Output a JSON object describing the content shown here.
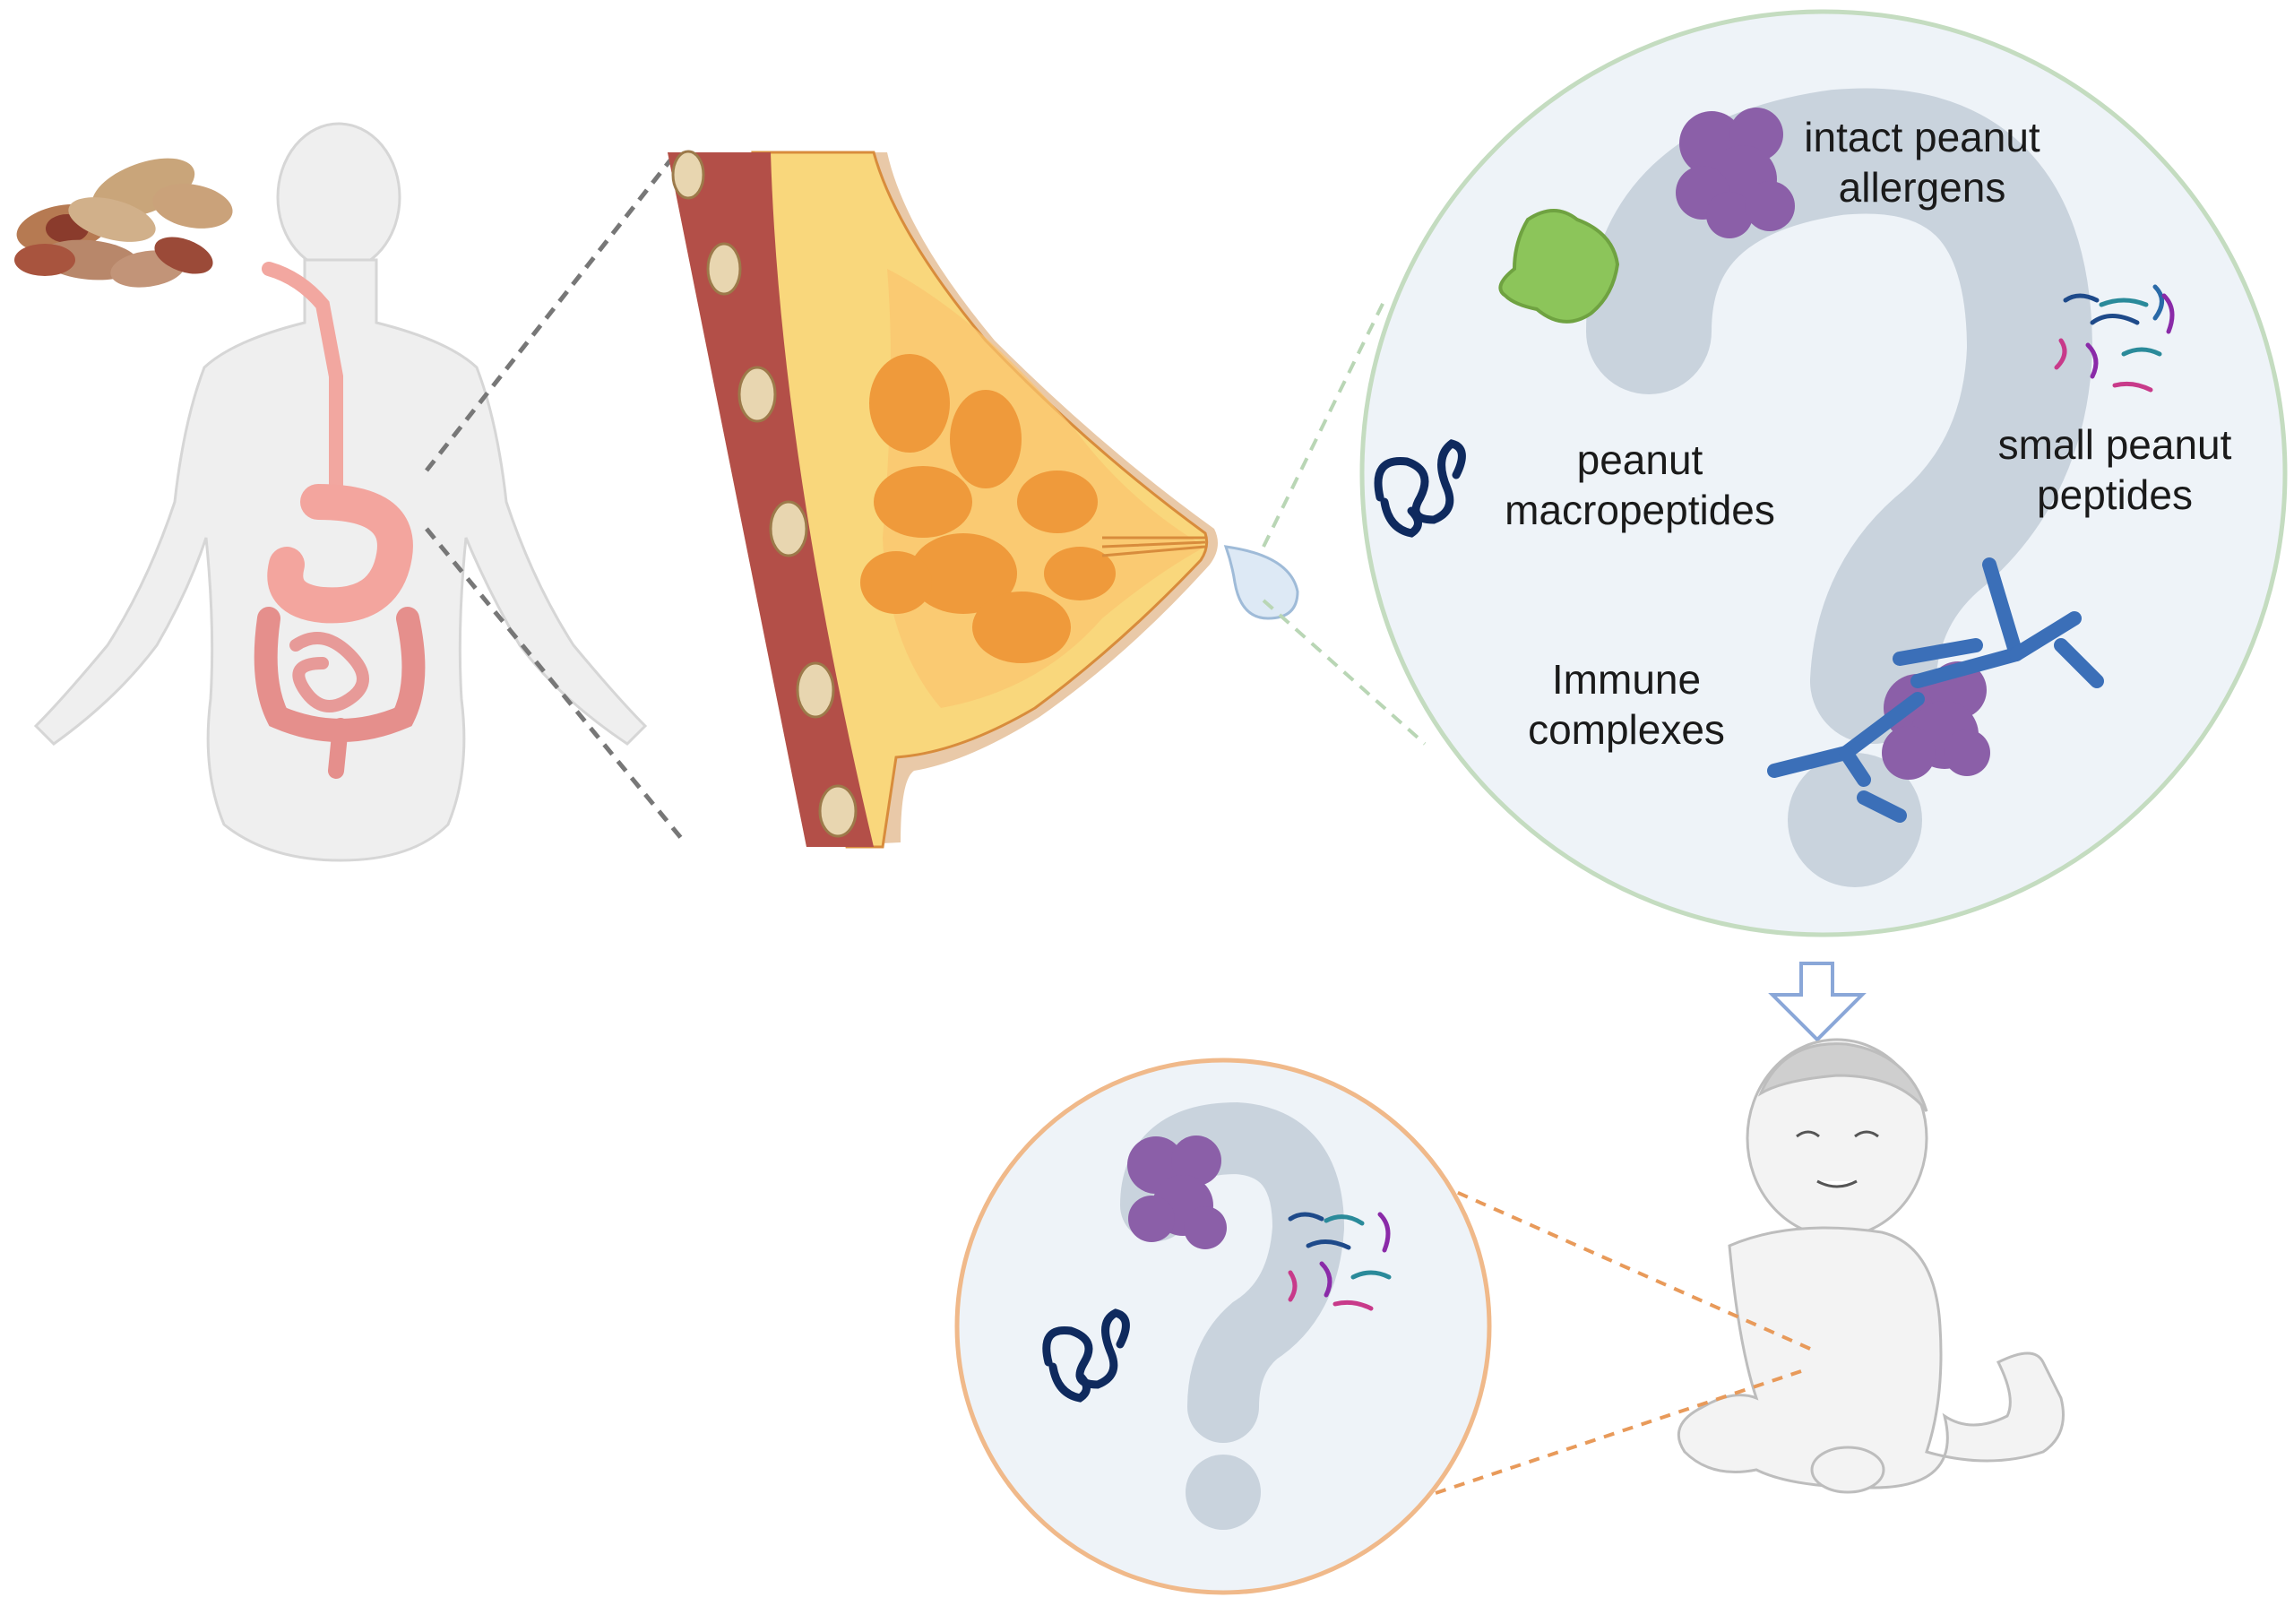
{
  "labels": {
    "intact_line1": "intact peanut",
    "intact_line2": "allergens",
    "macro_line1": "peanut",
    "macro_line2": "macropeptides",
    "small_line1": "small peanut",
    "small_line2": "peptides",
    "immune_line1": "Immune",
    "immune_line2": "complexes"
  },
  "colors": {
    "big_circle_border": "#c4dcc0",
    "small_circle_border": "#f0b98a",
    "circle_fill": "#eef3f8",
    "question_mark": "#c9d3dd",
    "allergen": "#8b5fa8",
    "macropeptide": "#0f2a5e",
    "antibody": "#3b6fb8",
    "green_blob": "#8cc55a",
    "arrow": "#8aa7d8",
    "zoom_lines_gray": "#777777",
    "zoom_lines_green": "#b9d6b5",
    "zoom_lines_orange": "#e89a5a",
    "gut": "#e9a0a0",
    "fat_tissue": "#f8d27a",
    "glands": "#ef9a3b",
    "muscle": "#b3504a",
    "skin": "#e8c4a4",
    "silhouette": "#eeeeee"
  }
}
